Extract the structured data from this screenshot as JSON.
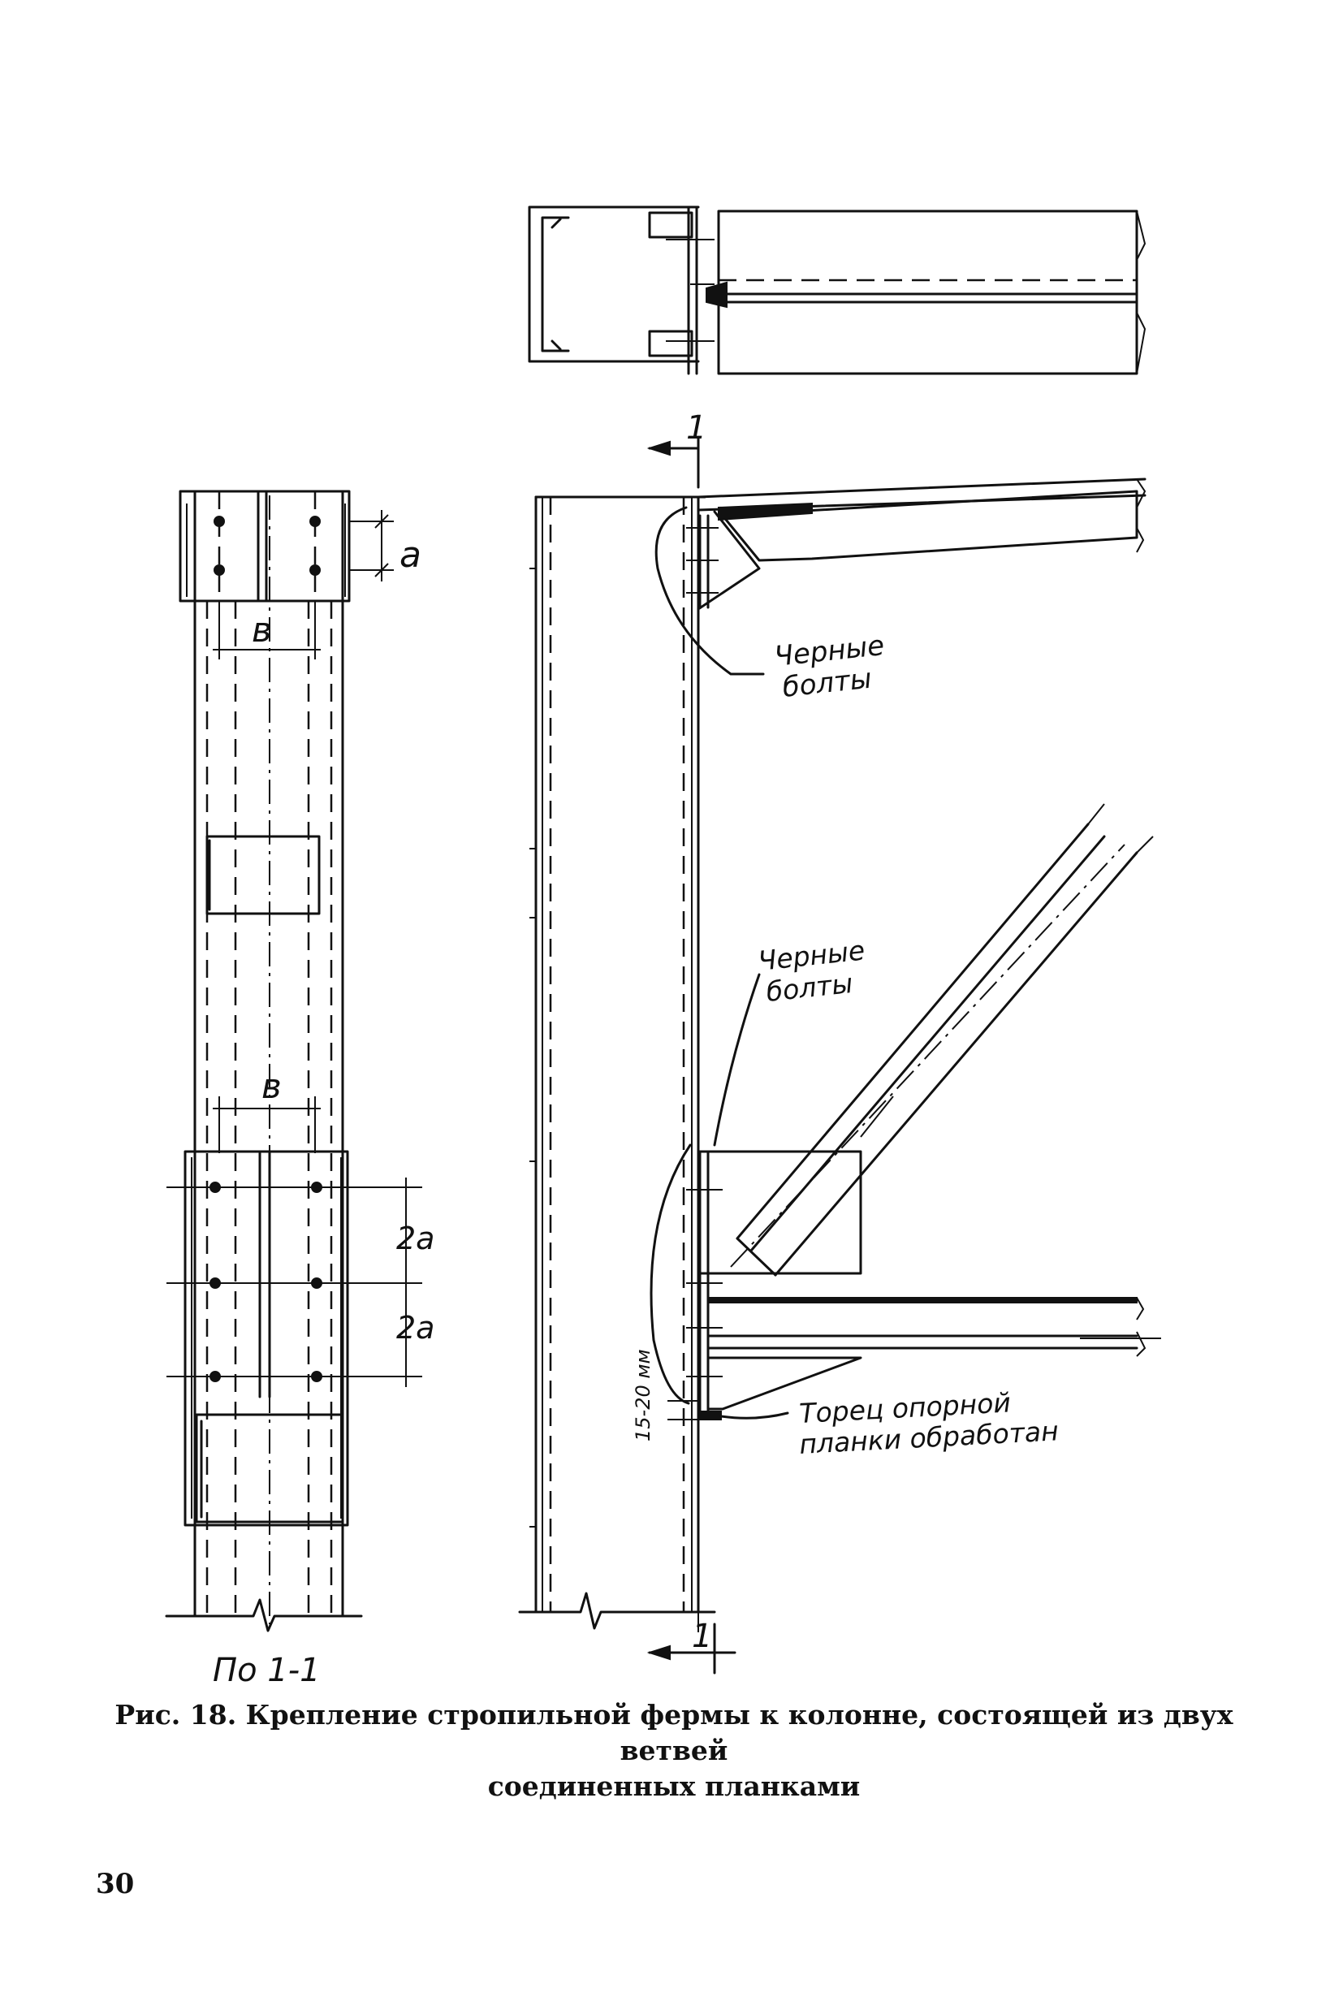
{
  "figure": {
    "caption_line1": "Рис. 18. Крепление стропильной фермы к колонне, состоящей из двух ветвей",
    "caption_line2": "соединенных планками"
  },
  "labels": {
    "dim_a": "a",
    "dim_b_top": "в",
    "dim_b_lower": "в",
    "dim_2a_upper": "2a",
    "dim_2a_lower": "2a",
    "section_view": "По 1-1",
    "section_mark_top": "1",
    "section_mark_bottom": "1",
    "bolts_upper_line1": "Черные",
    "bolts_upper_line2": "болты",
    "bolts_lower_line1": "Черные",
    "bolts_lower_line2": "болты",
    "gap_dim": "15-20 мм",
    "plate_note_line1": "Торец опорной",
    "plate_note_line2": "планки обработан"
  },
  "page_number": "30"
}
